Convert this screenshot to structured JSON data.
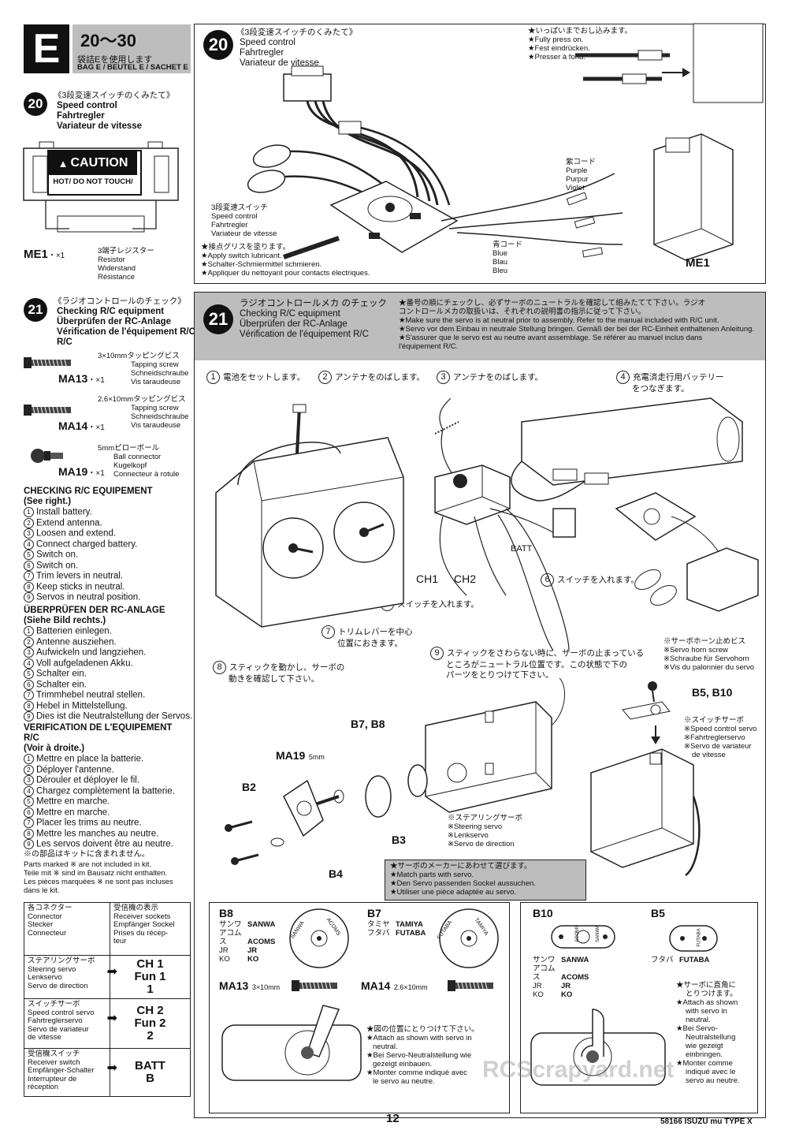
{
  "header": {
    "bag_letter": "E",
    "step_range": "20～30",
    "bag_jp": "袋詰Eを使用します",
    "bag_label": "BAG E / BEUTEL E / SACHET E"
  },
  "left": {
    "s20": {
      "num": "20",
      "jp": "《3段変速スイッチのくみたて》",
      "en": "Speed control",
      "de": "Fahrtregler",
      "fr": "Variateur de vitesse",
      "caution": "CAUTION",
      "caution_sub": "HOT/ DO NOT TOUCH/",
      "part_code": "ME1",
      "part_qty": "・×1",
      "part_jp": "3端子レジスター",
      "part_en": "Resistor",
      "part_de": "Widerstand",
      "part_fr": "Résistance"
    },
    "s21": {
      "num": "21",
      "jp": "《ラジオコントロールのチェック》",
      "en": "Checking R/C equipment",
      "de": "Überprüfen der RC-Anlage",
      "fr": "Vérification de l'équipement R/C",
      "parts": [
        {
          "code": "MA13",
          "qty": "・×1",
          "jp": "3×10mmタッピングビス",
          "en": "Tapping screw",
          "de": "Schneidschraube",
          "fr": "Vis taraudeuse"
        },
        {
          "code": "MA14",
          "qty": "・×1",
          "jp": "2.6×10mmタッピングビス",
          "en": "Tapping screw",
          "de": "Schneidschraube",
          "fr": "Vis taraudeuse"
        },
        {
          "code": "MA19",
          "qty": "・×1",
          "jp": "5mmピローボール",
          "en": "Ball connector",
          "de": "Kugelkopf",
          "fr": "Connecteur à rotule"
        }
      ]
    },
    "check_en": {
      "title": "CHECKING R/C EQUIPEMENT",
      "sub": "(See right.)",
      "items": [
        "Install battery.",
        "Extend antenna.",
        "Loosen and extend.",
        "Connect charged battery.",
        "Switch on.",
        "Switch on.",
        "Trim levers in neutral.",
        "Keep sticks in neutral.",
        "Servos in neutral position."
      ]
    },
    "check_de": {
      "title": "ÜBERPRÜFEN DER RC-ANLAGE",
      "sub": "(Siehe Bild rechts.)",
      "items": [
        "Batterien einlegen.",
        "Antenne ausziehen.",
        "Aufwickeln und langziehen.",
        "Voll aufgeladenen Akku.",
        "Schalter ein.",
        "Schalter ein.",
        "Trimmhebel neutral stellen.",
        "Hebel in Mittelstellung.",
        "Dies ist die Neutralstellung der Servos."
      ]
    },
    "check_fr": {
      "title": "VERIFICATION DE L'EQUIPEMENT",
      "title2": "R/C",
      "sub": "(Voir à droite.)",
      "items": [
        "Mettre en place la batterie.",
        "Déployer l'antenne.",
        "Dérouler et déployer le fil.",
        "Chargez complètement la batterie.",
        "Mettre en marche.",
        "Mettre en marche.",
        "Placer les trims au neutre.",
        "Mettre les manches au neutre.",
        "Les servos doivent être au neutre."
      ]
    },
    "note": {
      "jp": "※の部品はキットに含まれません。",
      "lines": [
        "Parts marked ※ are not included in kit.",
        "Teile mit ※ sind im Bausatz nicht enthalten.",
        "Les pièces marquées ※ ne sont pas incluses",
        "dans le kit."
      ]
    },
    "table": {
      "h1_jp": "各コネクター",
      "h1": [
        "Connector",
        "Stecker",
        "Connecteur"
      ],
      "h2_jp": "受信機の表示",
      "h2": [
        "Receiver sockets",
        "Empfänger Sockel",
        "Prises du récep-",
        "teur"
      ],
      "rows": [
        {
          "jp": "ステアリングサーボ",
          "lines": [
            "Steering servo",
            "Lenkservo",
            "Servo de direction"
          ],
          "ch": [
            "CH 1",
            "Fun 1",
            "1"
          ]
        },
        {
          "jp": "スイッチサーボ",
          "lines": [
            "Speed control servo",
            "Fahrtreglerservo",
            "Servo de variateur",
            "de vitesse"
          ],
          "ch": [
            "CH 2",
            "Fun 2",
            "2"
          ]
        },
        {
          "jp": "受信機スイッチ",
          "lines": [
            "Receiver switch",
            "Empfänger-Schalter",
            "Interrupteur de",
            "réception"
          ],
          "ch": [
            "BATT",
            "B"
          ]
        }
      ]
    }
  },
  "step20": {
    "num": "20",
    "jp": "《3段変速スイッチのくみたて》",
    "en": "Speed control",
    "de": "Fahrtregler",
    "fr": "Variateur de vitesse",
    "press": [
      "★いっぱいまでおし込みます。",
      "★Fully press on.",
      "★Fest eindrücken.",
      "★Presser à fond."
    ],
    "purple": [
      "紫コード",
      "Purple",
      "Purpur",
      "Violet"
    ],
    "blue": [
      "青コード",
      "Blue",
      "Blau",
      "Bleu"
    ],
    "switch": [
      "3段変速スイッチ",
      "Speed control",
      "Fahrtregler",
      "Variateur de vitesse"
    ],
    "grease": [
      "★接点グリスを塗ります。",
      "★Apply switch lubricant.",
      "★Schalter-Schmiermittel schmieren.",
      "★Appliquer du nettoyant pour contacts électriques."
    ],
    "me1": "ME1"
  },
  "step21": {
    "num": "21",
    "jp": "ラジオコントロールメカ のチェック",
    "en": "Checking R/C equipment",
    "de": "Überprüfen der RC-Anlage",
    "fr": "Vérification de l'équipement R/C",
    "notes": [
      "★番号の順にチェックし、必ずサーボのニュートラルを確認して組みたてて下さい。ラジオ",
      "コントロールメカの取扱いは、それぞれの説明書の指示に従って下さい。",
      "★Make sure the servo is at neutral prior to assembly. Refer to the manual included with R/C unit.",
      "★Servo vor dem Einbau in neutrale Stellung bringen. Gemäß der bei der RC-Einheit enthaltenen Anleitung.",
      "★S'assurer que le servo est au neutre avant assemblage. Se référer au manuel inclus dans",
      "l'équipement R/C."
    ],
    "c1": "電池をセットします。",
    "c2": "アンテナをのばします。",
    "c3": "アンテナをのばします。",
    "c4": [
      "充電済走行用バッテリー",
      "をつなぎます。"
    ],
    "c5": "スイッチを入れます。",
    "c6": "スイッチを入れます。",
    "c7": [
      "トリムレバーを中心",
      "位置におきます。"
    ],
    "c8": [
      "スティックを動かし、サーボの",
      "動きを確認して下さい。"
    ],
    "c9": [
      "スティックをさわらない時に、サーボの止まっている",
      "ところがニュートラル位置です。この状態で下の",
      "パーツをとりつけて下さい。"
    ],
    "batt": "BATT",
    "ch1": "CH1",
    "ch2": "CH2",
    "horn": [
      "※サーボホーン止めビス",
      "※Servo horn screw",
      "※Schraube für Servohorn",
      "※Vis du palonnier du servo"
    ],
    "b5b10": "B5, B10",
    "sw_servo": [
      "※スイッチサーボ",
      "※Speed control servo",
      "※Fahrtreglerservo",
      "※Servo de variateur",
      "de vitesse"
    ],
    "b7b8": "B7, B8",
    "ma19": "MA19",
    "ma19_size": "5mm",
    "b2": "B2",
    "b3": "B3",
    "b4": "B4",
    "steer": [
      "※ステアリングサーボ",
      "※Steering servo",
      "※Lenkservo",
      "※Servo de direction"
    ],
    "match": [
      "★サーボのメーカーにあわせて選びます。",
      "★Match parts with servo.",
      "★Den Servo passenden Sockel aussuchen.",
      "★Utiliser une pièce adaptée au servo."
    ]
  },
  "bottom": {
    "b8": "B8",
    "b7": "B7",
    "b10": "B10",
    "b5": "B5",
    "b8_makers": [
      [
        "サンワ",
        "SANWA"
      ],
      [
        "アコムス",
        "ACOMS"
      ],
      [
        "JR",
        "JR"
      ],
      [
        "KO",
        "KO"
      ]
    ],
    "b7_makers": [
      [
        "タミヤ",
        "TAMIYA"
      ],
      [
        "フタバ",
        "FUTABA"
      ]
    ],
    "b10_makers": [
      [
        "サンワ",
        "SANWA"
      ],
      [
        "アコムス",
        "ACOMS"
      ],
      [
        "JR",
        "JR"
      ],
      [
        "KO",
        "KO"
      ]
    ],
    "b5_makers": [
      [
        "フタバ",
        "FUTABA"
      ]
    ],
    "horn_sanwa": "SANWA",
    "horn_acoms": "ACOMS",
    "horn_futaba": "FUTABA",
    "horn_tamiya": "TAMIYA",
    "ma13": "MA13",
    "ma13_size": "3×10mm",
    "ma14": "MA14",
    "ma14_size": "2.6×10mm",
    "attach1": [
      "★図の位置にとりつけて下さい。",
      "★Attach as shown with servo in",
      "neutral.",
      "★Bei Servo-Neutralstellung wie",
      "gezeigt einbauen.",
      "★Monter comme indiqué avec",
      "le servo au neutre."
    ],
    "attach2": [
      "★サーボに直角に",
      "とりつけます。",
      "★Attach as shown",
      "with servo in",
      "neutral.",
      "★Bei Servo-",
      "Neutralstellung",
      "wie gezeigt",
      "einbringen.",
      "★Monter comme",
      "indiqué avec le",
      "servo au neutre."
    ]
  },
  "footer": {
    "page": "12",
    "model": "58166 ISUZU mu TYPE X",
    "watermark": "RCScrapyard.net"
  }
}
